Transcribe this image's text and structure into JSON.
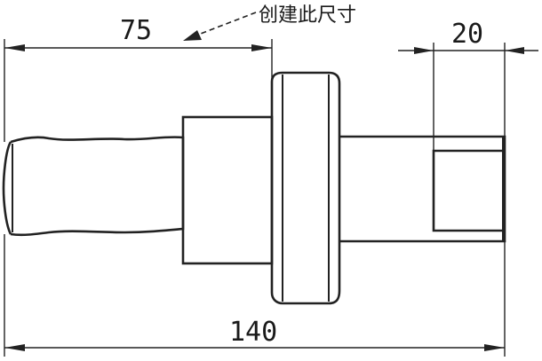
{
  "dimensions": {
    "dim_75": "75",
    "dim_20": "20",
    "dim_140": "140"
  },
  "annotation": {
    "text": "创建此尺寸"
  }
}
